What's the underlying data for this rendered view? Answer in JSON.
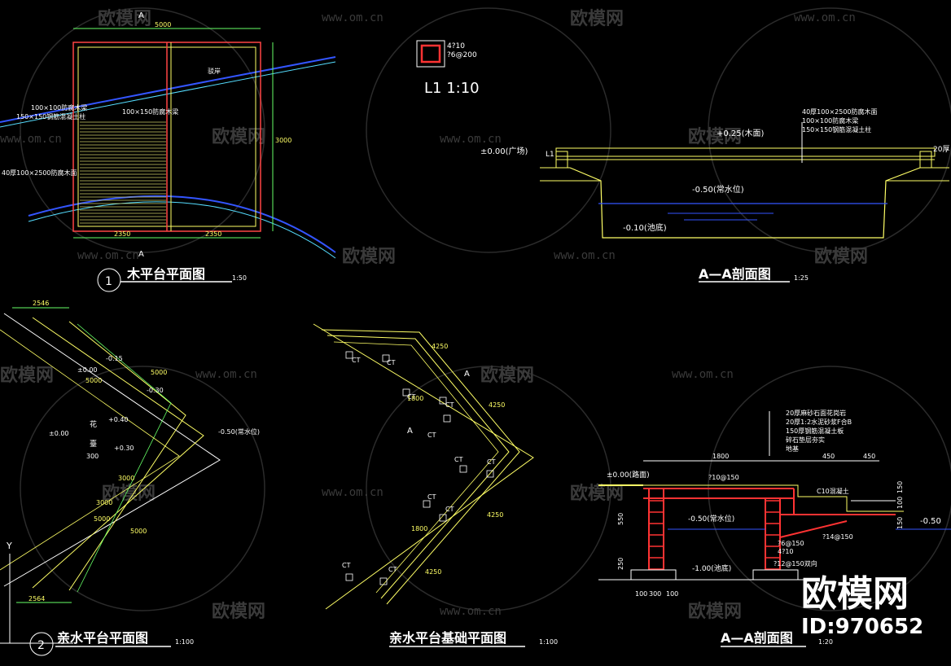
{
  "watermark": {
    "brand": "欧模网",
    "url": "www.om.cn"
  },
  "stamp": {
    "brand": "欧模网",
    "id": "ID:970652"
  },
  "panels": {
    "wood_plan": {
      "title": "木平台平面图",
      "scale": "1:50",
      "number": "1",
      "dims": {
        "top": "5000",
        "left": "2350",
        "right": "2350",
        "side": "3000"
      },
      "labels": {
        "bank": "驳岸",
        "beam": "100×100防腐木梁",
        "col": "150×150钢筋混凝土柱",
        "joist": "100×150防腐木梁",
        "deck": "40厚100×2500防腐木面",
        "sec": "A"
      }
    },
    "l1_detail": {
      "rebar1": "4?10",
      "rebar2": "?6@200",
      "title": "L1  1:10"
    },
    "section_top": {
      "title": "A—A剖面图",
      "scale": "1:25",
      "levels": {
        "deck": "+0.25(木面)",
        "ground": "±0.00(广场)",
        "water": "-0.50(常水位)",
        "bottom": "-0.10(池底)"
      },
      "notes": [
        "40厚100×2500防腐木面",
        "100×100防腐木梁",
        "150×150钢筋混凝土柱"
      ],
      "l1": "L1",
      "right_cut": "20厚"
    },
    "platform_plan": {
      "title": "亲水平台平面图",
      "scale": "1:100",
      "number": "2",
      "dims": [
        "2546",
        "2564",
        "5000",
        "5000",
        "5000",
        "5000",
        "3000",
        "3000"
      ],
      "levels": [
        "-0.15",
        "±0.00",
        "-0.30",
        "+0.40",
        "+0.30",
        "-0.50(常水位)",
        "±0.00"
      ],
      "notes": [
        "花",
        "臺",
        "300"
      ]
    },
    "foundation_plan": {
      "title": "亲水平台基础平面图",
      "scale": "1:100",
      "ct": "CT",
      "dims": [
        "4250",
        "4250",
        "4250",
        "4250",
        "1800",
        "1800"
      ],
      "sec": "A"
    },
    "section_bottom": {
      "title": "A—A剖面图",
      "scale": "1:20",
      "notes": [
        "20厚麻砂石面花岗岩",
        "20厚1:2水泥砂浆F合B",
        "150厚钢筋混凝土板",
        "碎石垫层夯实",
        "地基"
      ],
      "levels": {
        "ground": "±0.00(路面)",
        "water": "-0.50(常水位)",
        "bottom": "-1.00(池底)",
        "right": "-0.50"
      },
      "dims": [
        "1800",
        "450",
        "450",
        "550",
        "250",
        "100",
        "300",
        "100",
        "150",
        "100",
        "150"
      ],
      "rebar": [
        "?10@150",
        "C10混凝土",
        "?14@150",
        "?6@150",
        "4?10",
        "?12@150双向"
      ]
    }
  }
}
